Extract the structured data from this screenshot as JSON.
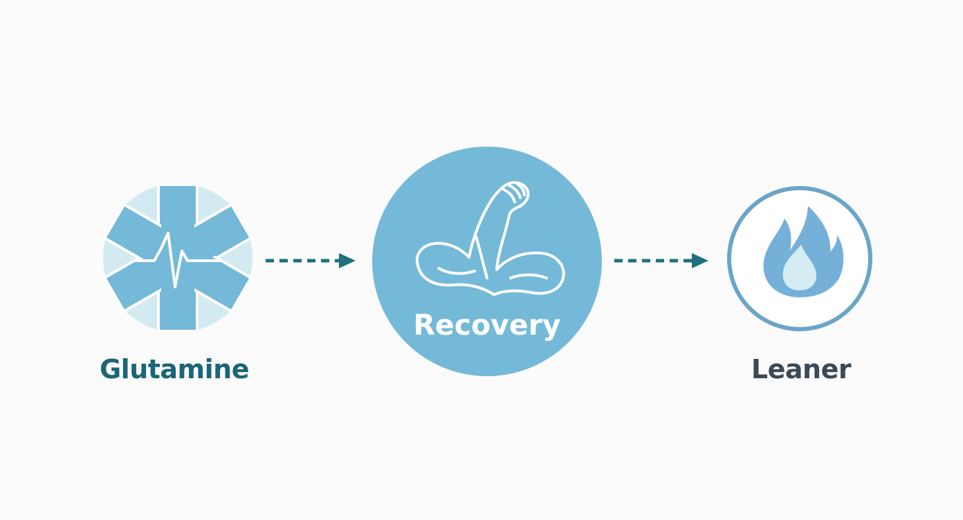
{
  "nodes": [
    {
      "id": "glutamine",
      "label": "Glutamine",
      "icon": "medical-star-heartbeat-icon"
    },
    {
      "id": "recovery",
      "label": "Recovery",
      "icon": "flexed-arm-muscle-icon"
    },
    {
      "id": "leaner",
      "label": "Leaner",
      "icon": "flame-icon"
    }
  ],
  "edges": [
    {
      "from": "glutamine",
      "to": "recovery",
      "style": "dashed-arrow"
    },
    {
      "from": "recovery",
      "to": "leaner",
      "style": "dashed-arrow"
    }
  ],
  "colors": {
    "background": "#fbfbfb",
    "light_blue": "#74b9d8",
    "pale_blue": "#d3eaf1",
    "teal_dark": "#1d6e80",
    "ring_blue": "#6aa5c8",
    "text_teal": "#1a6677",
    "text_slate": "#3b4a55",
    "arrow": "#1f6f82"
  }
}
